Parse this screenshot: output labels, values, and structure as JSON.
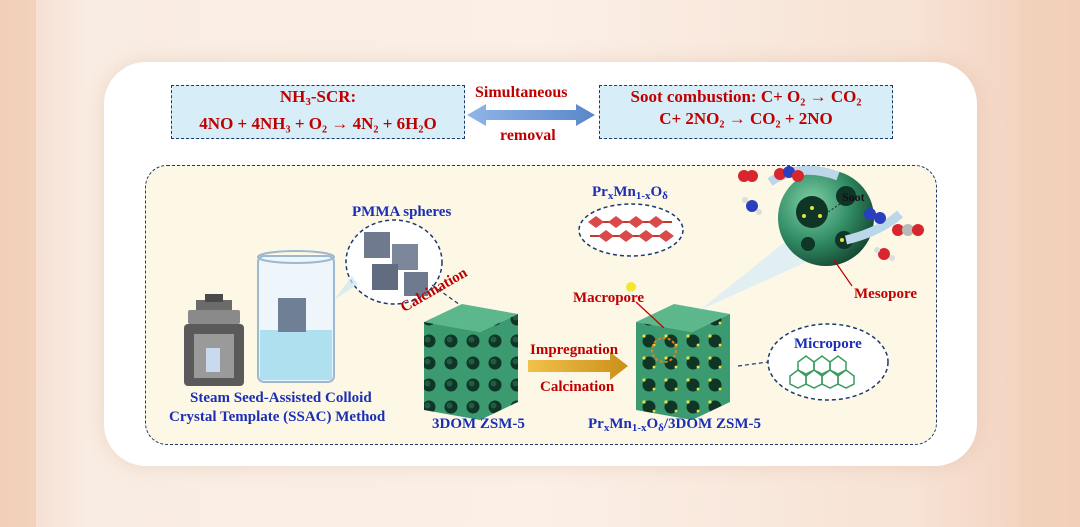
{
  "nh3_box": {
    "title": "NH",
    "title_sub": "3",
    "title_rest": "-SCR:",
    "equation": "4NO + 4NH₃ + O₂ → 4N₂ + 6H₂O"
  },
  "middle": {
    "top": "Simultaneous",
    "bottom": "removal"
  },
  "soot_box": {
    "line1": "Soot combustion:  C+ O₂ → CO₂",
    "line2": "C+ 2NO₂ → CO₂ + 2NO"
  },
  "labels": {
    "pmma": "PMMA spheres",
    "calcination_diag": "Calcination",
    "method_line1": "Steam Seed-Assisted Colloid",
    "method_line2": "Crystal Template (SSAC) Method",
    "zsm": "3DOM ZSM-5",
    "impregnation": "Impregnation",
    "calcination": "Calcination",
    "macropore": "Macropore",
    "mesopore": "Mesopore",
    "micropore": "Micropore",
    "soot": "Soot",
    "oxide_pre": "Pr",
    "oxide_x": "x",
    "oxide_mn": "Mn",
    "oxide_1x": "1-x",
    "oxide_o": "O",
    "oxide_d": "δ",
    "product_suffix": "/3DOM ZSM-5"
  },
  "colors": {
    "title_red": "#c00000",
    "label_blue": "#1a2fb5",
    "box_fill": "#d7eef8",
    "zeolite_green": "#2f8a62"
  }
}
